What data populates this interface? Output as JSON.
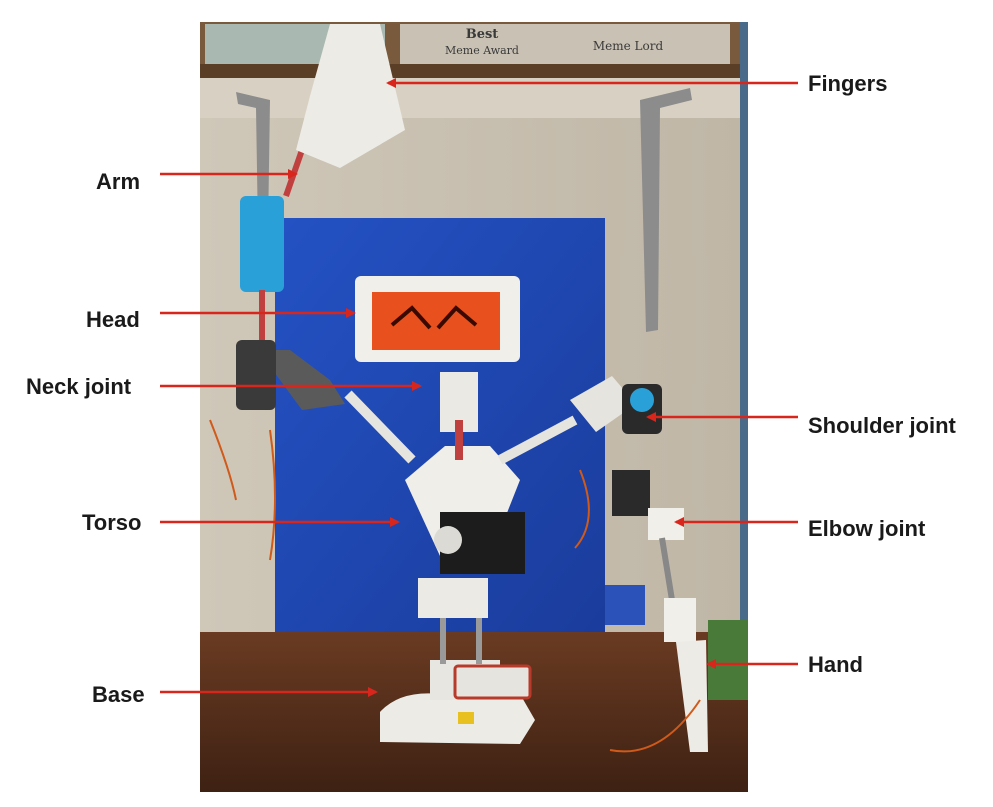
{
  "image": {
    "description_shown": "photograph of a 3D-printed humanoid robot with an LCD face in front of a blue board and shelf",
    "shelf_signs": [
      "Best",
      "Meme Award",
      "Meme Lord"
    ]
  },
  "labels": {
    "fingers": "Fingers",
    "arm": "Arm",
    "head": "Head",
    "neck_joint": "Neck joint",
    "shoulder_joint": "Shoulder joint",
    "torso": "Torso",
    "elbow_joint": "Elbow joint",
    "hand": "Hand",
    "base": "Base"
  },
  "colors": {
    "arrow": "#d9261c",
    "label_text": "#1a1a1a",
    "blue_board": "#1e46b4",
    "face_screen": "#e8501e"
  }
}
